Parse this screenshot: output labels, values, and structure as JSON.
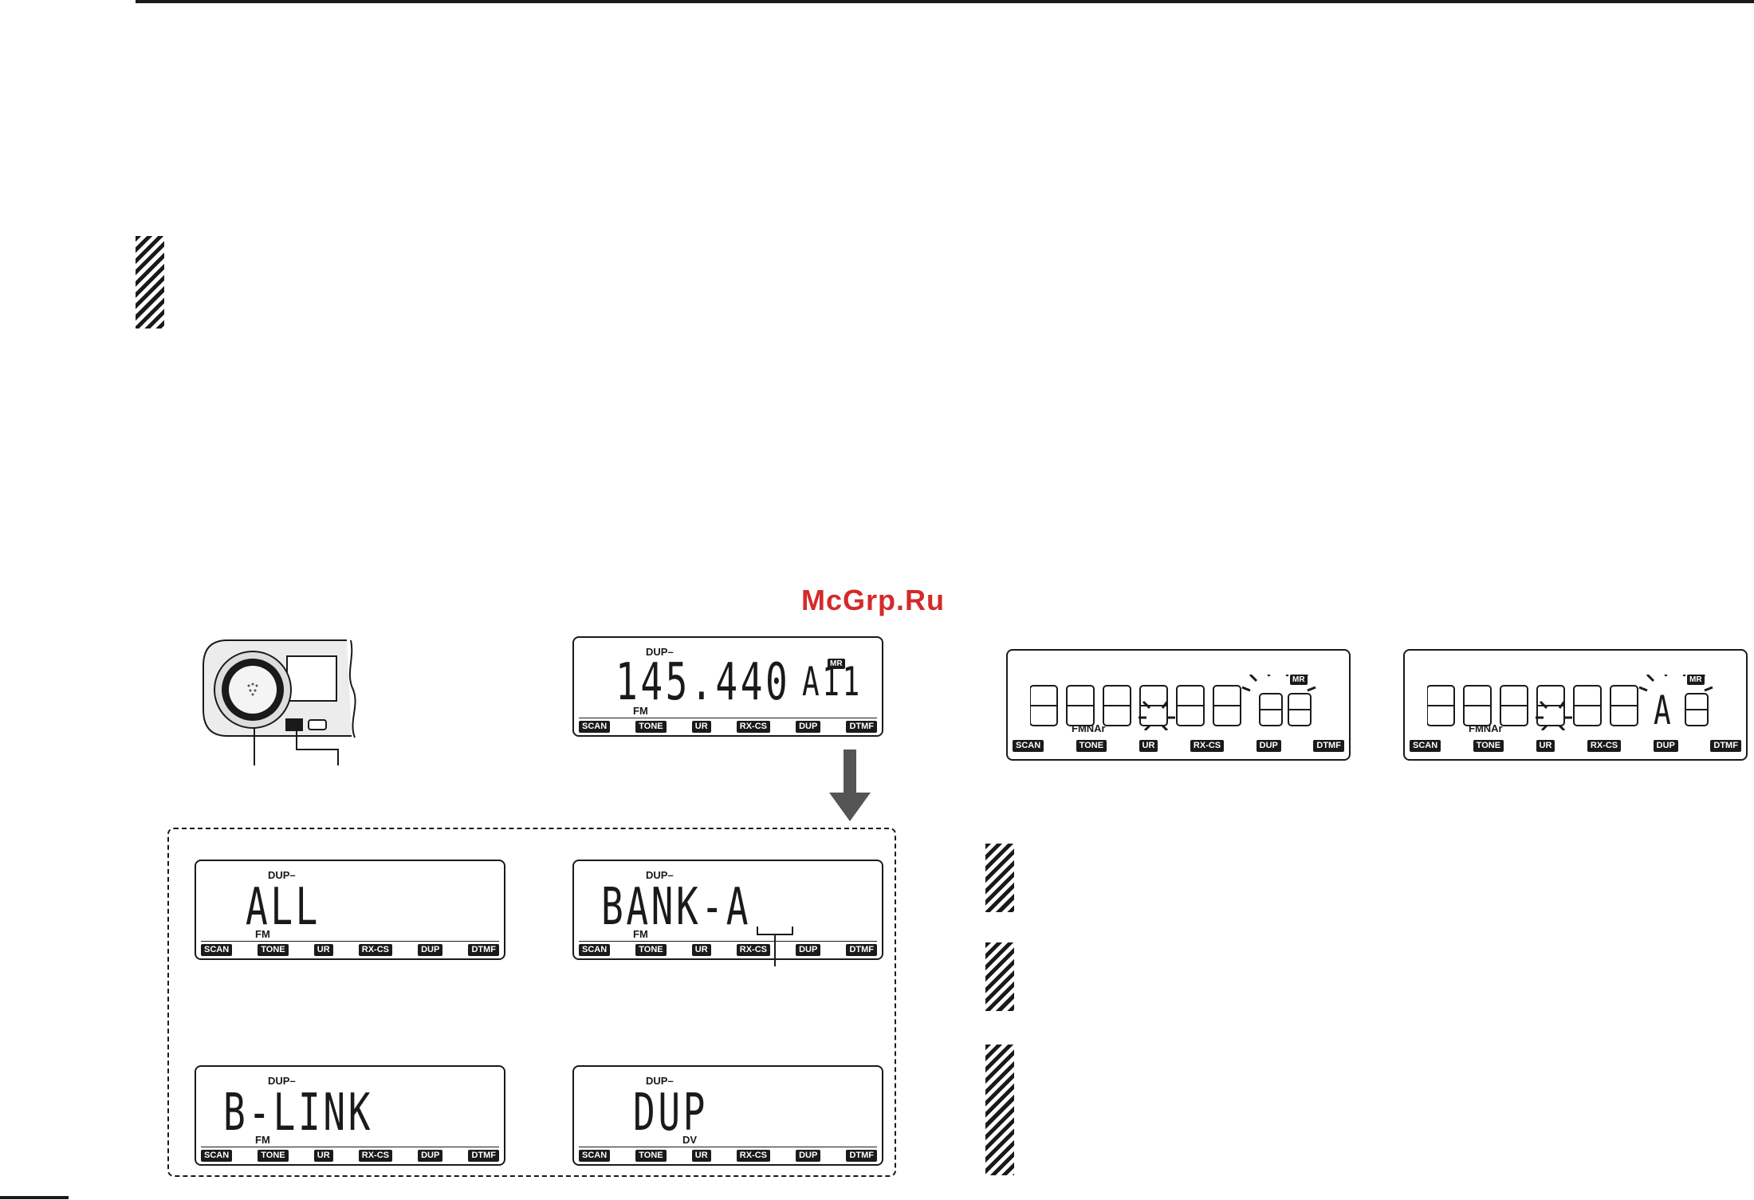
{
  "watermark": "McGrp.Ru",
  "tags": [
    "SCAN",
    "TONE",
    "UR",
    "RX-CS",
    "DUP",
    "DTMF"
  ],
  "display_main": {
    "dup": "DUP–",
    "mode": "FM",
    "frequency": "145.440",
    "channel": "A11",
    "mr": "MR"
  },
  "display_all": {
    "dup": "DUP–",
    "mode": "FM",
    "text": "ALL"
  },
  "display_bank": {
    "dup": "DUP–",
    "mode": "FM",
    "text": "BANK-A"
  },
  "display_blink": {
    "dup": "DUP–",
    "mode": "FM",
    "text": "B-LINK"
  },
  "display_dup": {
    "dup": "DUP–",
    "mode": "DV",
    "text": "DUP"
  },
  "display_blank_1": {
    "modes": "FMNAr",
    "mr": "MR"
  },
  "display_blank_2": {
    "modes": "FMNAr",
    "mr": "MR",
    "letter": "A"
  }
}
